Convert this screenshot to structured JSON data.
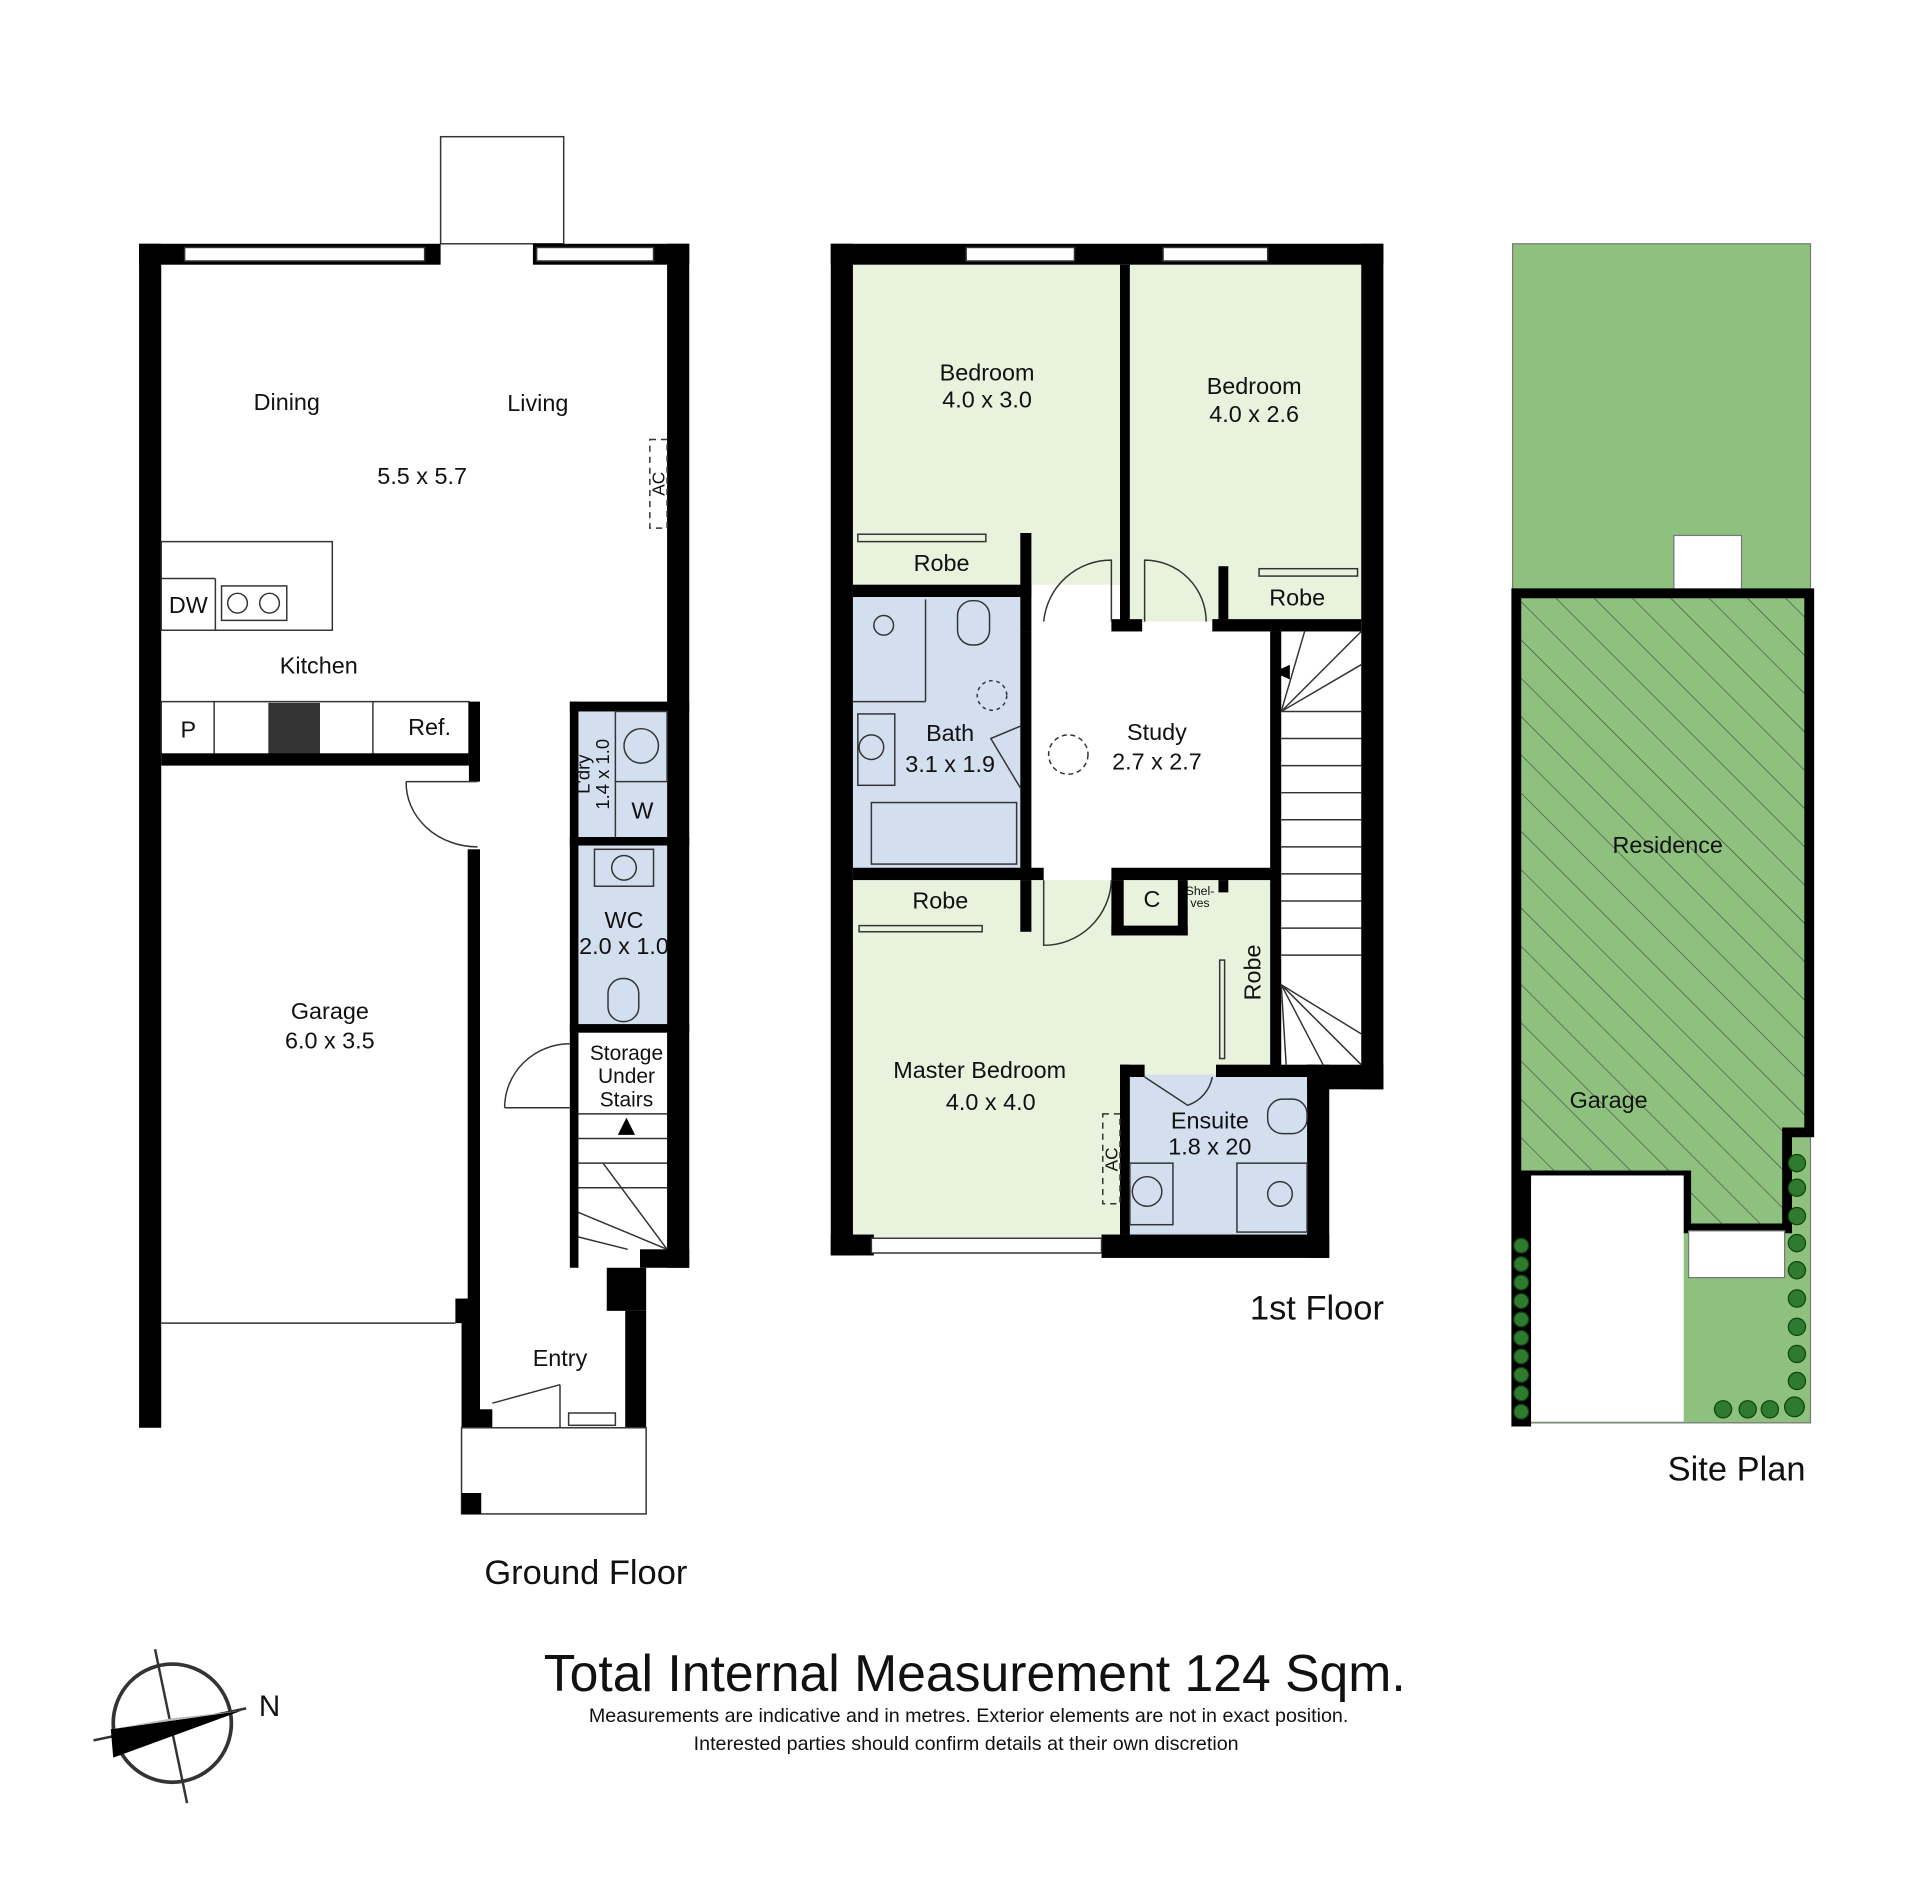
{
  "colors": {
    "room_green": "#e9f2dc",
    "room_blue": "#d3deef",
    "site_green": "#8fc17e",
    "wall": "#000000"
  },
  "ground_floor": {
    "caption": "Ground Floor",
    "rooms": {
      "dining": "Dining",
      "living": "Living",
      "living_size": "5.5 x 5.7",
      "ac": "AC",
      "dw": "DW",
      "kitchen": "Kitchen",
      "pantry": "P",
      "fridge": "Ref.",
      "laundry": "L'dry",
      "laundry_size": "1.4 x 1.0",
      "washer": "W",
      "wc": "WC",
      "wc_size": "2.0 x 1.0",
      "storage1": "Storage",
      "storage2": "Under",
      "storage3": "Stairs",
      "garage": "Garage",
      "garage_size": "6.0 x 3.5",
      "entry": "Entry"
    }
  },
  "first_floor": {
    "caption": "1st Floor",
    "rooms": {
      "bed1": "Bedroom",
      "bed1_size": "4.0 x 3.0",
      "bed2": "Bedroom",
      "bed2_size": "4.0 x 2.6",
      "robe1": "Robe",
      "robe2": "Robe",
      "bath": "Bath",
      "bath_size": "3.1 x 1.9",
      "study": "Study",
      "study_size": "2.7 x 2.7",
      "robe3": "Robe",
      "c": "C",
      "shelves1": "Shel-",
      "shelves2": "ves",
      "robe4": "Robe",
      "master": "Master Bedroom",
      "master_size": "4.0 x 4.0",
      "ac": "AC",
      "ensuite": "Ensuite",
      "ensuite_size": "1.8 x 20"
    }
  },
  "site_plan": {
    "caption": "Site Plan",
    "residence": "Residence",
    "garage": "Garage"
  },
  "compass": {
    "north": "N"
  },
  "footer": {
    "title": "Total Internal Measurement 124 Sqm.",
    "note1": "Measurements are indicative and in metres. Exterior elements are not in exact position.",
    "note2": "Interested parties should confirm details at their own discretion"
  }
}
